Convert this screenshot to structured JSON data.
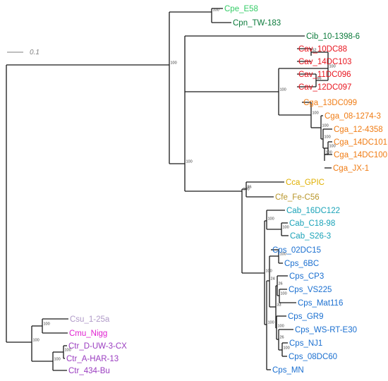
{
  "scale_bar": {
    "label": "0.1"
  },
  "colors": {
    "green_light": "#33cc66",
    "green_dark": "#0a7a3a",
    "red": "#e8141e",
    "orange": "#f07c14",
    "gold": "#e0b000",
    "olive": "#b8962a",
    "teal": "#1aa3b8",
    "blue": "#1a6fd0",
    "lavender": "#b09ac8",
    "magenta": "#e020d0",
    "purple": "#9a3cc0"
  },
  "leaves": [
    {
      "name": "Cpe_E58",
      "color": "#33cc66"
    },
    {
      "name": "Cpn_TW-183",
      "color": "#0a7a3a"
    },
    {
      "name": "Cib_10-1398-6",
      "color": "#0a7a3a"
    },
    {
      "name": "Cav_10DC88",
      "color": "#e8141e"
    },
    {
      "name": "Cav_14DC103",
      "color": "#e8141e"
    },
    {
      "name": "Cav_11DC096",
      "color": "#e8141e"
    },
    {
      "name": "Cav_12DC097",
      "color": "#e8141e"
    },
    {
      "name": "Cga_13DC099",
      "color": "#f07c14"
    },
    {
      "name": "Cga_08-1274-3",
      "color": "#f07c14"
    },
    {
      "name": "Cga_12-4358",
      "color": "#f07c14"
    },
    {
      "name": "Cga_14DC101",
      "color": "#f07c14"
    },
    {
      "name": "Cga_14DC100",
      "color": "#f07c14"
    },
    {
      "name": "Cga_JX-1",
      "color": "#f07c14"
    },
    {
      "name": "Cca_GPIC",
      "color": "#e0b000"
    },
    {
      "name": "Cfe_Fe-C56",
      "color": "#b8962a"
    },
    {
      "name": "Cab_16DC122",
      "color": "#1aa3b8"
    },
    {
      "name": "Cab_C18-98",
      "color": "#1aa3b8"
    },
    {
      "name": "Cab_S26-3",
      "color": "#1aa3b8"
    },
    {
      "name": "Cps_02DC15",
      "color": "#1a6fd0"
    },
    {
      "name": "Cps_6BC",
      "color": "#1a6fd0"
    },
    {
      "name": "Cps_CP3",
      "color": "#1a6fd0"
    },
    {
      "name": "Cps_VS225",
      "color": "#1a6fd0"
    },
    {
      "name": "Cps_Mat116",
      "color": "#1a6fd0"
    },
    {
      "name": "Cps_GR9",
      "color": "#1a6fd0"
    },
    {
      "name": "Cps_WS-RT-E30",
      "color": "#1a6fd0"
    },
    {
      "name": "Cps_NJ1",
      "color": "#1a6fd0"
    },
    {
      "name": "Cps_08DC60",
      "color": "#1a6fd0"
    },
    {
      "name": "Cps_MN",
      "color": "#1a6fd0"
    },
    {
      "name": "Csu_1-25a",
      "color": "#b09ac8"
    },
    {
      "name": "Cmu_Nigg",
      "color": "#e020d0"
    },
    {
      "name": "Ctr_D-UW-3-CX",
      "color": "#9a3cc0"
    },
    {
      "name": "Ctr_A-HAR-13",
      "color": "#9a3cc0"
    },
    {
      "name": "Ctr_434-Bu",
      "color": "#9a3cc0"
    }
  ],
  "bootstrap": [
    "100",
    "100",
    "100",
    "52",
    "100",
    "96",
    "100",
    "100",
    "100",
    "100",
    "100",
    "100",
    "86",
    "100",
    "100",
    "100",
    "100",
    "100",
    "24",
    "26",
    "100",
    "33",
    "100",
    "26",
    "100",
    "100",
    "100"
  ]
}
